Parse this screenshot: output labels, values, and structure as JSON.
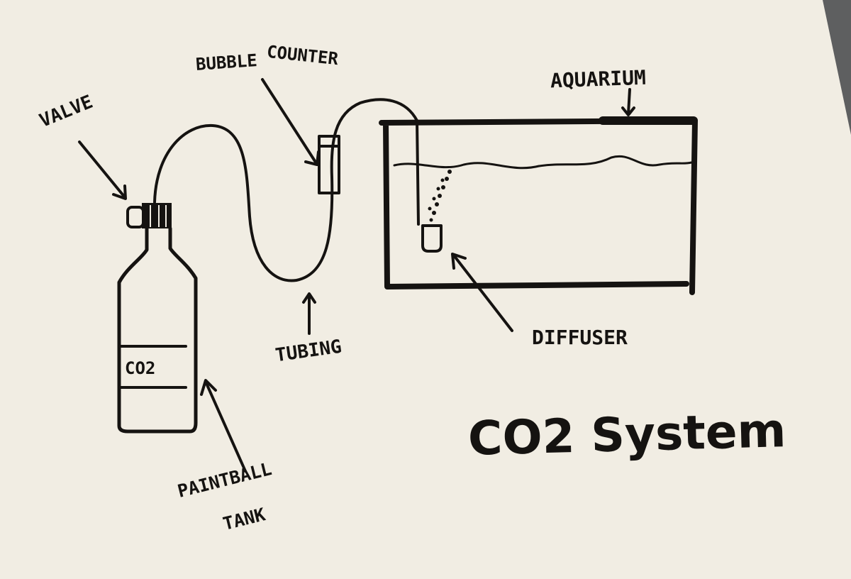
{
  "title": "CO2 System",
  "tank_text": "CO2",
  "labels": {
    "valve": "VALVE",
    "bubble_counter_line1": "BUBBLE",
    "bubble_counter_line2": "COUNTER",
    "aquarium": "AQUARIUM",
    "tubing": "TUBING",
    "diffuser": "DIFFUSER",
    "paintball_line1": "PAINTBALL",
    "paintball_line2": "TANK"
  },
  "colors": {
    "paper": "#f1ede3",
    "ink": "#151311",
    "background": "#5e5f60"
  }
}
